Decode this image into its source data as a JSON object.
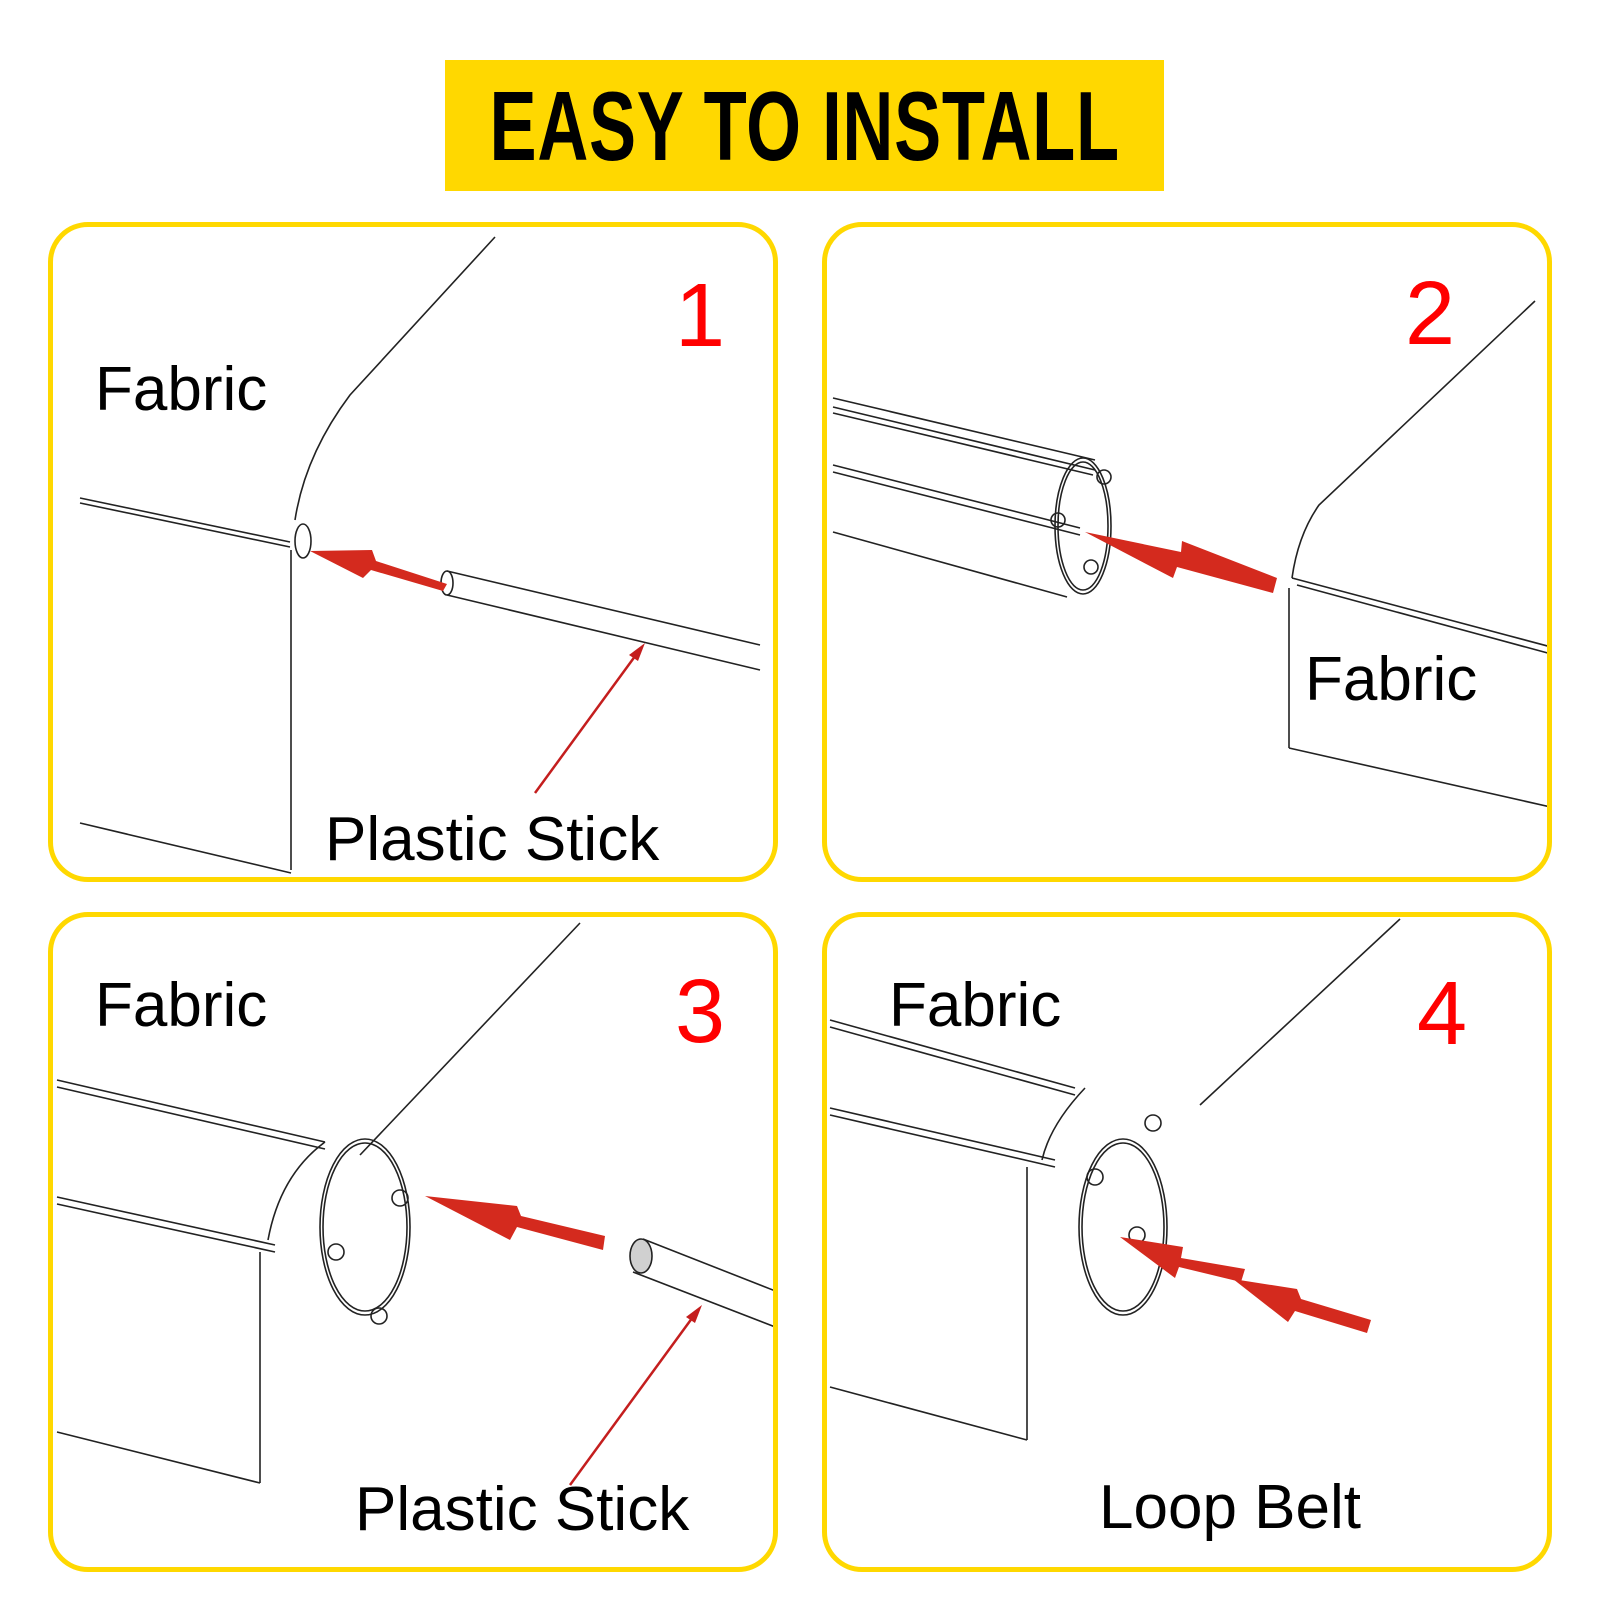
{
  "banner": {
    "title": "EASY TO INSTALL",
    "background": "#FFD800"
  },
  "colors": {
    "panel_border": "#FFD800",
    "step_number": "#FF0000",
    "arrow": "#D42A1E",
    "line": "#222222"
  },
  "steps": [
    {
      "number": "1",
      "labels": {
        "fabric": "Fabric",
        "part": "Plastic Stick"
      },
      "icon": "plastic-stick-into-fabric-hem-diagram"
    },
    {
      "number": "2",
      "labels": {
        "fabric": "Fabric"
      },
      "icon": "fabric-into-roller-tube-diagram"
    },
    {
      "number": "3",
      "labels": {
        "fabric": "Fabric",
        "part": "Plastic Stick"
      },
      "icon": "plastic-stick-into-roller-tube-diagram"
    },
    {
      "number": "4",
      "labels": {
        "fabric": "Fabric",
        "part": "Loop Belt"
      },
      "icon": "loop-belt-into-roller-tube-diagram"
    }
  ]
}
